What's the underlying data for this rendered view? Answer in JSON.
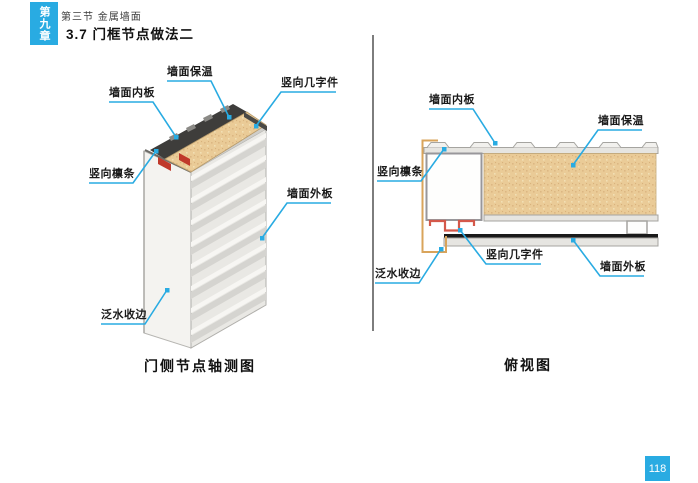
{
  "header": {
    "chapter_tab": "第九章",
    "section_breadcrumb": "第三节 金属墙面",
    "title": "3.7 门框节点做法二"
  },
  "footer": {
    "page_number": "118"
  },
  "colors": {
    "accent_leader": "#29ABE2",
    "chapter_tab_bg": "#29ABE2",
    "insulation_tan": "#EACB97",
    "hat_profile_red": "#D4584A",
    "flashing_outline_tan": "#D9A45B",
    "panel_gray": "#E6E5E1",
    "cavity_dark": "#3E3D3B"
  },
  "left_diagram": {
    "caption": "门侧节点轴测图",
    "labels": [
      {
        "id": "wall-insulation",
        "text": "墙面保温"
      },
      {
        "id": "wall-inner-panel",
        "text": "墙面内板"
      },
      {
        "id": "vertical-hat-profile",
        "text": "竖向几字件"
      },
      {
        "id": "vertical-purlin",
        "text": "竖向檩条"
      },
      {
        "id": "wall-outer-panel",
        "text": "墙面外板"
      },
      {
        "id": "flashing-trim",
        "text": "泛水收边"
      }
    ]
  },
  "right_diagram": {
    "caption": "俯视图",
    "labels": [
      {
        "id": "wall-inner-panel",
        "text": "墙面内板"
      },
      {
        "id": "wall-insulation",
        "text": "墙面保温"
      },
      {
        "id": "vertical-purlin",
        "text": "竖向檩条"
      },
      {
        "id": "vertical-hat-profile",
        "text": "竖向几字件"
      },
      {
        "id": "flashing-trim",
        "text": "泛水收边"
      },
      {
        "id": "wall-outer-panel",
        "text": "墙面外板"
      }
    ]
  }
}
